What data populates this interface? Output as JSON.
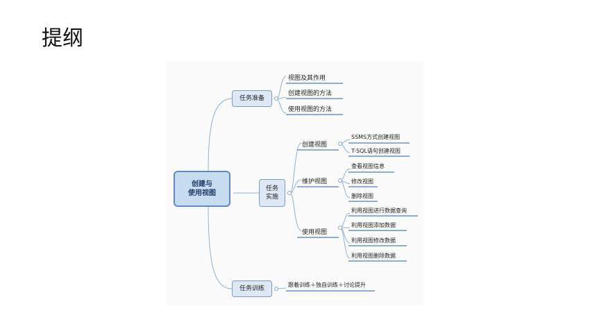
{
  "page": {
    "title": "提纲"
  },
  "mindmap": {
    "root": "创建与\n使用视图",
    "branches": [
      {
        "label": "任务准备",
        "children": [
          "视图及其作用",
          "创建视图的方法",
          "使用视图的方法"
        ]
      },
      {
        "label": "任务\n实施",
        "groups": [
          {
            "label": "创建视图",
            "children": [
              "SSMS方式创建视图",
              "T-SQL语句创建视图"
            ]
          },
          {
            "label": "维护视图",
            "children": [
              "查看视图信息",
              "修改视图",
              "删除视图"
            ]
          },
          {
            "label": "使用视图",
            "children": [
              "利用视图进行数据查询",
              "利用视图添加数据",
              "利用视图修改数据",
              "利用视图删除数据"
            ]
          }
        ]
      },
      {
        "label": "任务训练",
        "children": [
          "跟着训练＋独自训练＋讨论提升"
        ]
      }
    ]
  },
  "colors": {
    "connector": "#8fb0d6",
    "underline": "#4a7fc0",
    "node_fill": "#dde8f4"
  }
}
